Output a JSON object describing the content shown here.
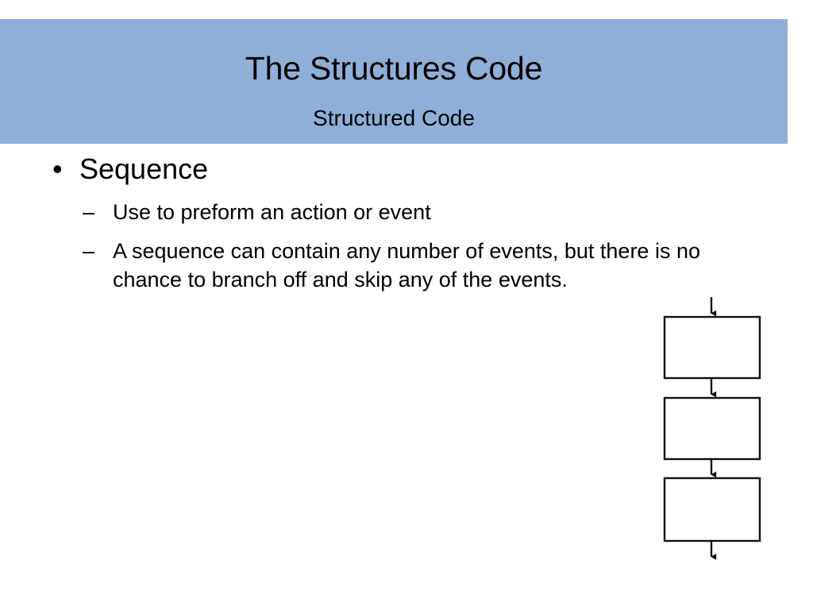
{
  "slide": {
    "background_color": "#FFFFFF",
    "banner_color": "#90AFD8",
    "text_color": "#000000"
  },
  "header": {
    "title": "The Structures Code",
    "subtitle": "Structured Code"
  },
  "content": {
    "bullets": [
      {
        "level": 1,
        "marker": "•",
        "text": "Sequence"
      },
      {
        "level": 2,
        "marker": "–",
        "text": "Use to preform an action or event"
      },
      {
        "level": 2,
        "marker": "–",
        "text": "A sequence can contain any number of events, but there is no chance to branch off and skip any of the events."
      }
    ]
  },
  "diagram": {
    "name": "sequence-flowchart",
    "type": "flowchart",
    "description": "Three empty process boxes connected vertically by downward arrows, with an entry arrow at the top and an exit arrow at the bottom.",
    "stroke_color": "#000000",
    "fill_color": "#FFFFFF",
    "stroke_width": 2,
    "nodes": [
      {
        "id": "box-1",
        "label": "",
        "shape": "rectangle"
      },
      {
        "id": "box-2",
        "label": "",
        "shape": "rectangle"
      },
      {
        "id": "box-3",
        "label": "",
        "shape": "rectangle"
      }
    ],
    "connectors": [
      {
        "id": "arrow-entry",
        "from": "start",
        "to": "box-1",
        "direction": "down"
      },
      {
        "id": "arrow-1-2",
        "from": "box-1",
        "to": "box-2",
        "direction": "down"
      },
      {
        "id": "arrow-2-3",
        "from": "box-2",
        "to": "box-3",
        "direction": "down"
      },
      {
        "id": "arrow-exit",
        "from": "box-3",
        "to": "end",
        "direction": "down"
      }
    ]
  }
}
